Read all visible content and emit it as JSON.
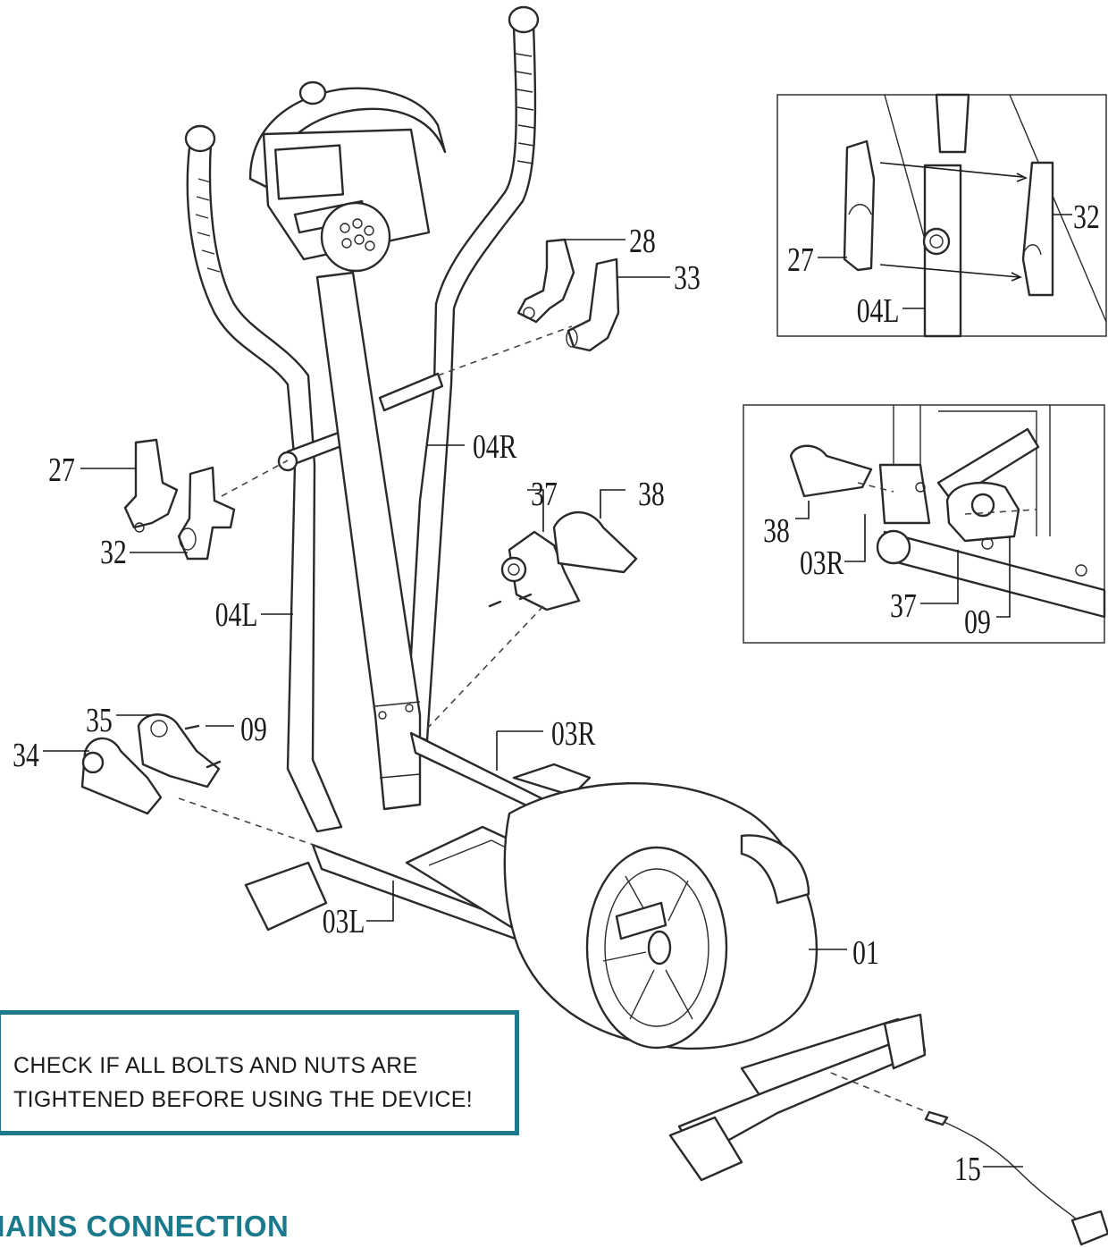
{
  "labels": {
    "p28": "28",
    "p33": "33",
    "p27_left": "27",
    "p32_left": "32",
    "p04R": "04R",
    "p04L": "04L",
    "p37": "37",
    "p38": "38",
    "p35": "35",
    "p34": "34",
    "p09": "09",
    "p03R": "03R",
    "p03L": "03L",
    "p01": "01",
    "p15": "15"
  },
  "inset_top": {
    "p27": "27",
    "p32": "32",
    "p04L": "04L"
  },
  "inset_mid": {
    "p38": "38",
    "p03R": "03R",
    "p37": "37",
    "p09": "09"
  },
  "notice": {
    "line1": "CHECK IF ALL BOLTS AND NUTS ARE",
    "line2": "TIGHTENED BEFORE USING THE DEVICE!"
  },
  "section_title": "MAINS CONNECTION",
  "colors": {
    "accent": "#1a7a8c",
    "line": "#1a1a1a"
  }
}
